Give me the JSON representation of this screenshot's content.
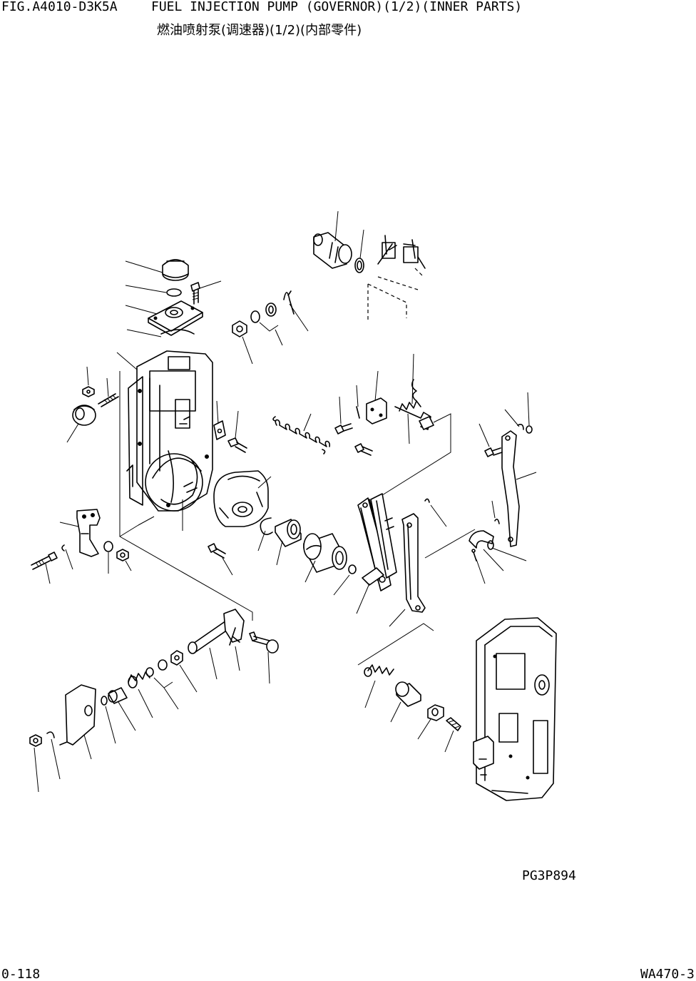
{
  "header": {
    "figure_id": "FIG.A4010-D3K5A",
    "title_en": "FUEL INJECTION PUMP (GOVERNOR)(1/2)(INNER PARTS)",
    "title_cn": "燃油喷射泵(调速器)(1/2)(内部零件)"
  },
  "footer": {
    "drawing_ref": "PG3P894",
    "page_number": "0-118",
    "model_code": "WA470-3"
  }
}
